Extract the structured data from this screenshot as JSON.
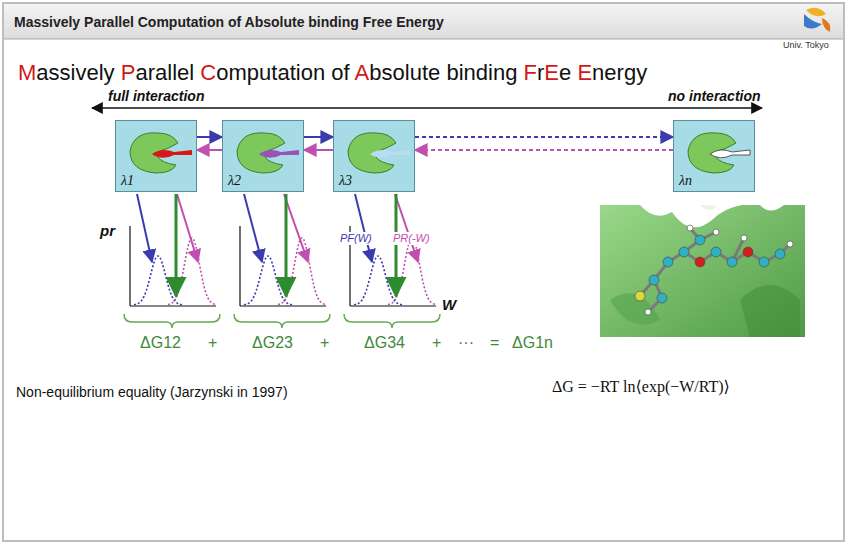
{
  "diagram": {
    "title": "Massively Parallel Computation of Absolute binding Free Energy",
    "nodes": [
      {
        "text": [
          "λ1"
        ]
      },
      {
        "text": [
          "λ2"
        ]
      },
      {
        "text": [
          "λ3"
        ]
      },
      {
        "text": [
          "λn"
        ]
      }
    ],
    "edges": [
      {
        "from": 0,
        "to": 1,
        "arrow": "to"
      },
      {
        "from": 1,
        "to": 0,
        "arrow": "to"
      },
      {
        "from": 1,
        "to": 2,
        "arrow": "to"
      },
      {
        "from": 2,
        "to": 1,
        "arrow": "to"
      },
      {
        "from": 2,
        "to": 3,
        "arrow": "to"
      },
      {
        "from": 3,
        "to": 2,
        "arrow": "to"
      }
    ],
    "labels": [
      "Massively Parallel Computation of Absolute binding FrEe Energy",
      "Univ. Tokyo",
      "full interaction",
      "no interaction",
      "pr",
      "PF(W)",
      "PR(-W)",
      "W",
      "ΔG12",
      "+",
      "ΔG23",
      "+",
      "ΔG34",
      "+",
      "···",
      "=",
      "ΔG1n",
      "Non-equilibrium equality (Jarzynski in 1997)",
      "ΔG = −RT ln⟨exp(−W/RT)⟩"
    ]
  }
}
